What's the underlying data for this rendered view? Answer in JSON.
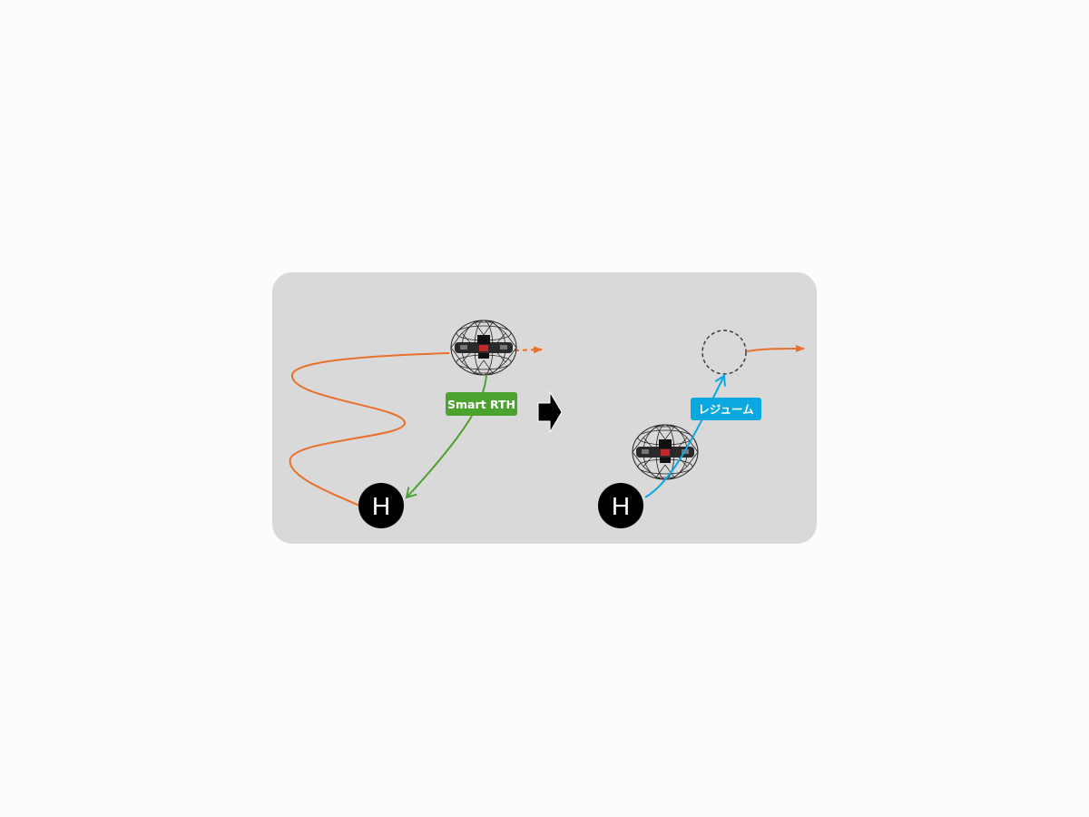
{
  "left_panel": {
    "label": "Smart RTH",
    "home_marker": "H"
  },
  "right_panel": {
    "label": "レジューム",
    "home_marker": "H"
  },
  "colors": {
    "panel_bg": "#d9d9d9",
    "flight_path": "#e8702a",
    "rth_path": "#4ca22f",
    "resume_path": "#0aa7e0",
    "home_marker": "#000000"
  },
  "icons": [
    "drone-icon",
    "home-marker-icon",
    "transition-arrow-icon",
    "waypoint-dashed-circle-icon"
  ]
}
